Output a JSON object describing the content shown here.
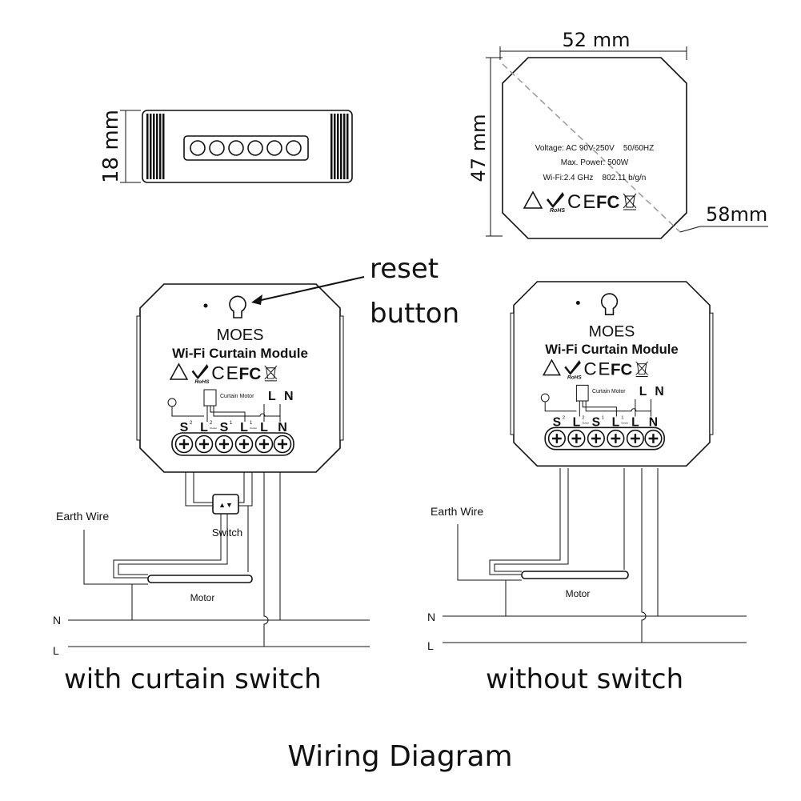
{
  "dimensions": {
    "height": "18 mm",
    "width": "52 mm",
    "depth": "47 mm",
    "diagonal": "58mm"
  },
  "label": {
    "voltage": "Voltage: AC 90V-250V    50/60HZ",
    "power": "Max. Power: 500W",
    "wifi": "Wi-Fi:2.4 GHz    802.11 b/g/n",
    "rohs": "RoHS",
    "ce": "CE",
    "fc": "FC"
  },
  "reset": {
    "line1": "reset",
    "line2": "button"
  },
  "module": {
    "brand": "MOES",
    "name": "Wi-Fi Curtain Module",
    "curtain_motor": "Curtain Motor",
    "top_L": "L",
    "top_N": "N",
    "terminals": [
      "S",
      "L",
      "S",
      "L",
      "L",
      "N"
    ],
    "sup": [
      "2",
      "2",
      "1",
      "1"
    ],
    "output": "Output"
  },
  "wiring": {
    "earth_wire": "Earth Wire",
    "switch": "Switch",
    "motor": "Motor",
    "N": "N",
    "L": "L",
    "switch_arrows": "▲▼"
  },
  "captions": {
    "left": "with curtain switch",
    "right": "without switch",
    "title": "Wiring Diagram"
  }
}
